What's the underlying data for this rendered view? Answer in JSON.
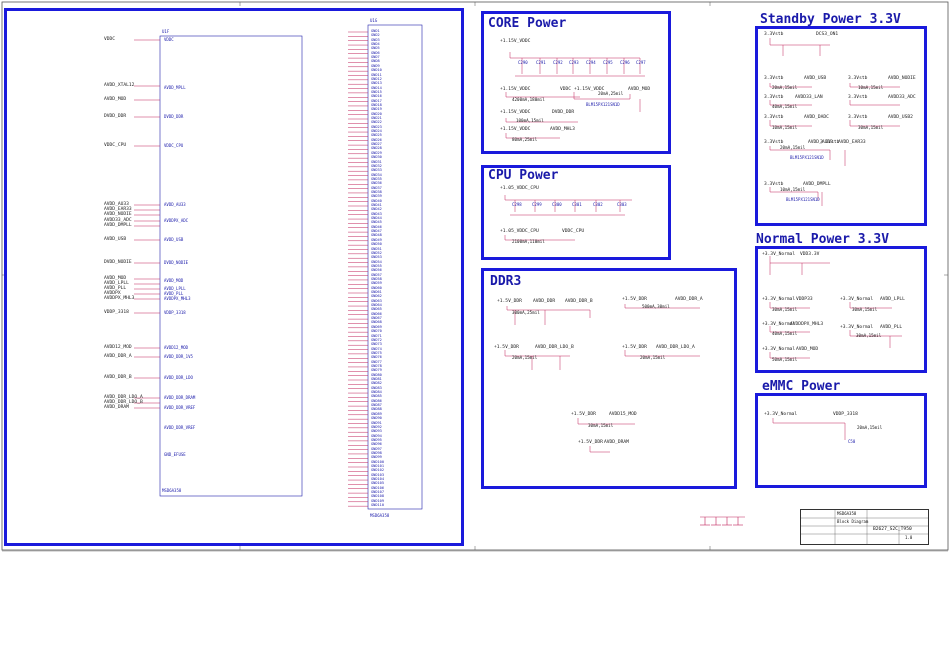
{
  "panels": {
    "core_power": "CORE Power",
    "cpu_power": "CPU Power",
    "ddr3": "DDR3",
    "standby_power": "Standby Power 3.3V",
    "normal_power": "Normal Power 3.3V",
    "emmc_power": "eMMC Power"
  },
  "u1": {
    "label": "U1F",
    "part": "MSD6A358",
    "left_nets": [
      "VDDC",
      "AVDD_XTAL12",
      "AVDD_MOD",
      "DVDD_DDR",
      "VDDC_CPU",
      "AVDD_AU33",
      "AVDD_EAR33",
      "AVDD_NODIE",
      "AVDD33_ADC",
      "AVDD_DMPLL",
      "AVDD_USB",
      "DVDD_NODIE",
      "AVDD_MOD",
      "AVDD_LPLL",
      "AVDD_PLL",
      "AVDDPX",
      "AVDDPX_MHL3",
      "VDDP_3318",
      "AVDD12_MOD",
      "AVDD_DDR_A",
      "AVDD_DDR_B",
      "AVDD_DDR_LDO_A",
      "AVDD_DDR_LDO_B",
      "AVDD_DRAM"
    ],
    "right_nets": [
      "VDDC",
      "AVDD_MPLL",
      "DVDD_DDR",
      "VDDC_CPU",
      "AVDD_AU33",
      "AVDDPX_ADC",
      "AVDD_USB",
      "DVDD_NODIE",
      "AVDD_MOD",
      "AVDD_LPLL",
      "AVDD_PLL",
      "AVDDPX_MHL3",
      "VDDP_3318",
      "AVDD12_MOD",
      "AVDD_DDR_1V5",
      "AVDD_DDR_LDO",
      "AVDD_DDR_DRAM",
      "AVDD_DDR_VREF",
      "AVDD_DDR_VREF",
      "GND_EFUSE"
    ]
  },
  "u2": {
    "label": "U1G",
    "part": "MSD6A358",
    "pin_count": 110
  },
  "core": {
    "rail_in": "+1.15V_VDDC",
    "caps": [
      "C290",
      "C291",
      "C292",
      "C293",
      "C294",
      "C295",
      "C296",
      "C297"
    ],
    "sub": [
      {
        "src": "+1.15V_VDDC",
        "dst": "VDDC",
        "current": "4200mA,180mil"
      },
      {
        "src": "+1.15V_VDDC",
        "dst": "VDDC",
        "current": "20mA,25mil"
      },
      {
        "src": "+1.15V_VDDC",
        "dst": "AVDD_MOD",
        "current": ""
      },
      {
        "src": "+1.15V_VDDC",
        "dst": "DVDD_DDR",
        "current": "100mA,15mil"
      },
      {
        "src": "+1.15V_VDDC",
        "dst": "AVDD_MHL3",
        "current": "80mA,25mil"
      }
    ],
    "bead": "BLM15PX121SN1D"
  },
  "cpu": {
    "rail_in": "+1.05_VDDC_CPU",
    "net": "VDDC_CPU",
    "current": "2100mA,110mil",
    "caps": [
      "C298",
      "C299",
      "C300",
      "C301",
      "C302",
      "C303"
    ]
  },
  "ddr": {
    "items": [
      {
        "src": "+1.5V_DDR",
        "dst": "AVDD_DDR",
        "dst2": "AVDD_DDR_B",
        "current": "300mA,25mil"
      },
      {
        "src": "+1.5V_DDR",
        "dst": "AVDD_DDR_A",
        "current": "500mA,30mil"
      },
      {
        "src": "+1.5V_DDR",
        "dst": "AVDD_DDR_LDO_B",
        "current": "20mA,15mil"
      },
      {
        "src": "+1.5V_DDR",
        "dst": "AVDD_DDR_LDO_A",
        "current": "20mA,15mil"
      },
      {
        "src": "+1.5V_DDR",
        "dst": "AVDD15_MOD",
        "current": "30mA,15mil"
      },
      {
        "src": "+1.5V_DDR",
        "dst": "AVDD_DRAM",
        "current": ""
      }
    ]
  },
  "standby": {
    "items": [
      {
        "src": "3.3Vstb",
        "dst": "DCS3_ON1",
        "current": ""
      },
      {
        "src": "3.3Vstb",
        "dst": "AVDD_USB",
        "current": "20mA,15mil"
      },
      {
        "src": "3.3Vstb",
        "dst": "AVDD_NODIE",
        "current": "10mA,15mil"
      },
      {
        "src": "3.3Vstb",
        "dst": "AVDD33_LAN",
        "current": "40mA,15mil"
      },
      {
        "src": "3.3Vstb",
        "dst": "AVDD33_ADC",
        "current": ""
      },
      {
        "src": "3.3Vstb",
        "dst": "AVDD_DADC",
        "current": "10mA,15mil"
      },
      {
        "src": "3.3Vstb",
        "dst": "AVDD_USB2",
        "current": "30mA,15mil"
      },
      {
        "src": "3.3Vstb",
        "dst": "AVDD_AU33",
        "current": "20mA,15mil"
      },
      {
        "src": "3.3Vstb",
        "dst": "AVDD_EAR33",
        "current": ""
      },
      {
        "src": "3.3Vstb",
        "dst": "AVDD_DMPLL",
        "current": "10mA,15mil"
      }
    ],
    "bead": "BLM15PX121SN1D"
  },
  "normal": {
    "items": [
      {
        "src": "+3.3V_Normal",
        "dst": "VDD3.3V",
        "current": ""
      },
      {
        "src": "+3.3V_Normal",
        "dst": "VDDP33",
        "current": "30mA,15mil"
      },
      {
        "src": "+3.3V_Normal",
        "dst": "AVDD_LPLL",
        "current": "30mA,15mil"
      },
      {
        "src": "+3.3V_Normal",
        "dst": "AVDDDPX_MHL3",
        "current": "40mA,15mil"
      },
      {
        "src": "+3.3V_Normal",
        "dst": "AVDD_PLL",
        "current": "30mA,15mil"
      },
      {
        "src": "+3.3V_Normal",
        "dst": "AVDD_MOD",
        "current": "50mA,15mil"
      }
    ]
  },
  "emmc": {
    "src": "+3.3V_Normal",
    "dst": "VDDP_3318",
    "current": "20mA,15mil",
    "cap": "C50"
  },
  "title_block": {
    "company": "MSD6A358",
    "sheet": "Block Diagram",
    "model": "B2627_S2C_T950",
    "rev": "1.0"
  }
}
